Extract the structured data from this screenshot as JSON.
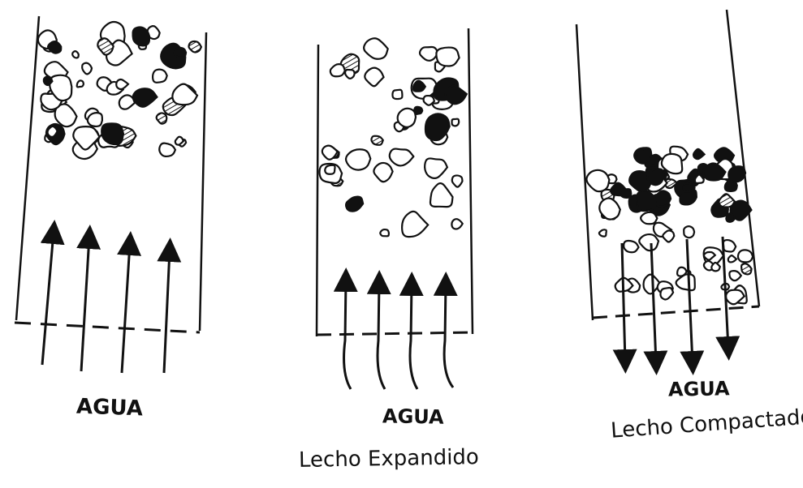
{
  "panels": [
    {
      "water_label": "AGUA",
      "caption": ""
    },
    {
      "water_label": "AGUA",
      "caption": "Lecho Expandido"
    },
    {
      "water_label": "AGUA",
      "caption": "Lecho Compactado"
    }
  ],
  "colors": {
    "ink": "#111111",
    "background": "#ffffff"
  }
}
